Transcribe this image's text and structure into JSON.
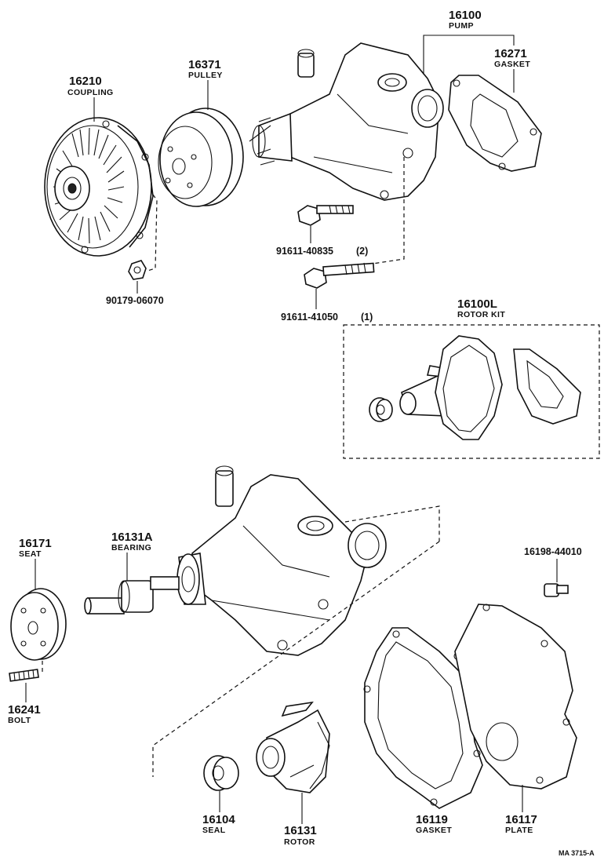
{
  "parts": {
    "pump": {
      "number": "16100",
      "name": "PUMP"
    },
    "gasket_top": {
      "number": "16271",
      "name": "GASKET"
    },
    "pulley": {
      "number": "16371",
      "name": "PULLEY"
    },
    "coupling": {
      "number": "16210",
      "name": "COUPLING"
    },
    "nut": {
      "number": "90179-06070"
    },
    "bolt_a": {
      "number": "91611-40835",
      "qty": "(2)"
    },
    "bolt_b": {
      "number": "91611-41050",
      "qty": "(1)"
    },
    "rotor_kit": {
      "number": "16100L",
      "name": "ROTOR KIT"
    },
    "seat": {
      "number": "16171",
      "name": "SEAT"
    },
    "bearing": {
      "number": "16131A",
      "name": "BEARING"
    },
    "screw": {
      "number": "16198-44010"
    },
    "stud_bolt": {
      "number": "16241",
      "name": "BOLT"
    },
    "seal": {
      "number": "16104",
      "name": "SEAL"
    },
    "rotor": {
      "number": "16131",
      "name": "ROTOR"
    },
    "gasket_bottom": {
      "number": "16119",
      "name": "GASKET"
    },
    "plate": {
      "number": "16117",
      "name": "PLATE"
    }
  },
  "drawing_ref": "MA 3715-A"
}
